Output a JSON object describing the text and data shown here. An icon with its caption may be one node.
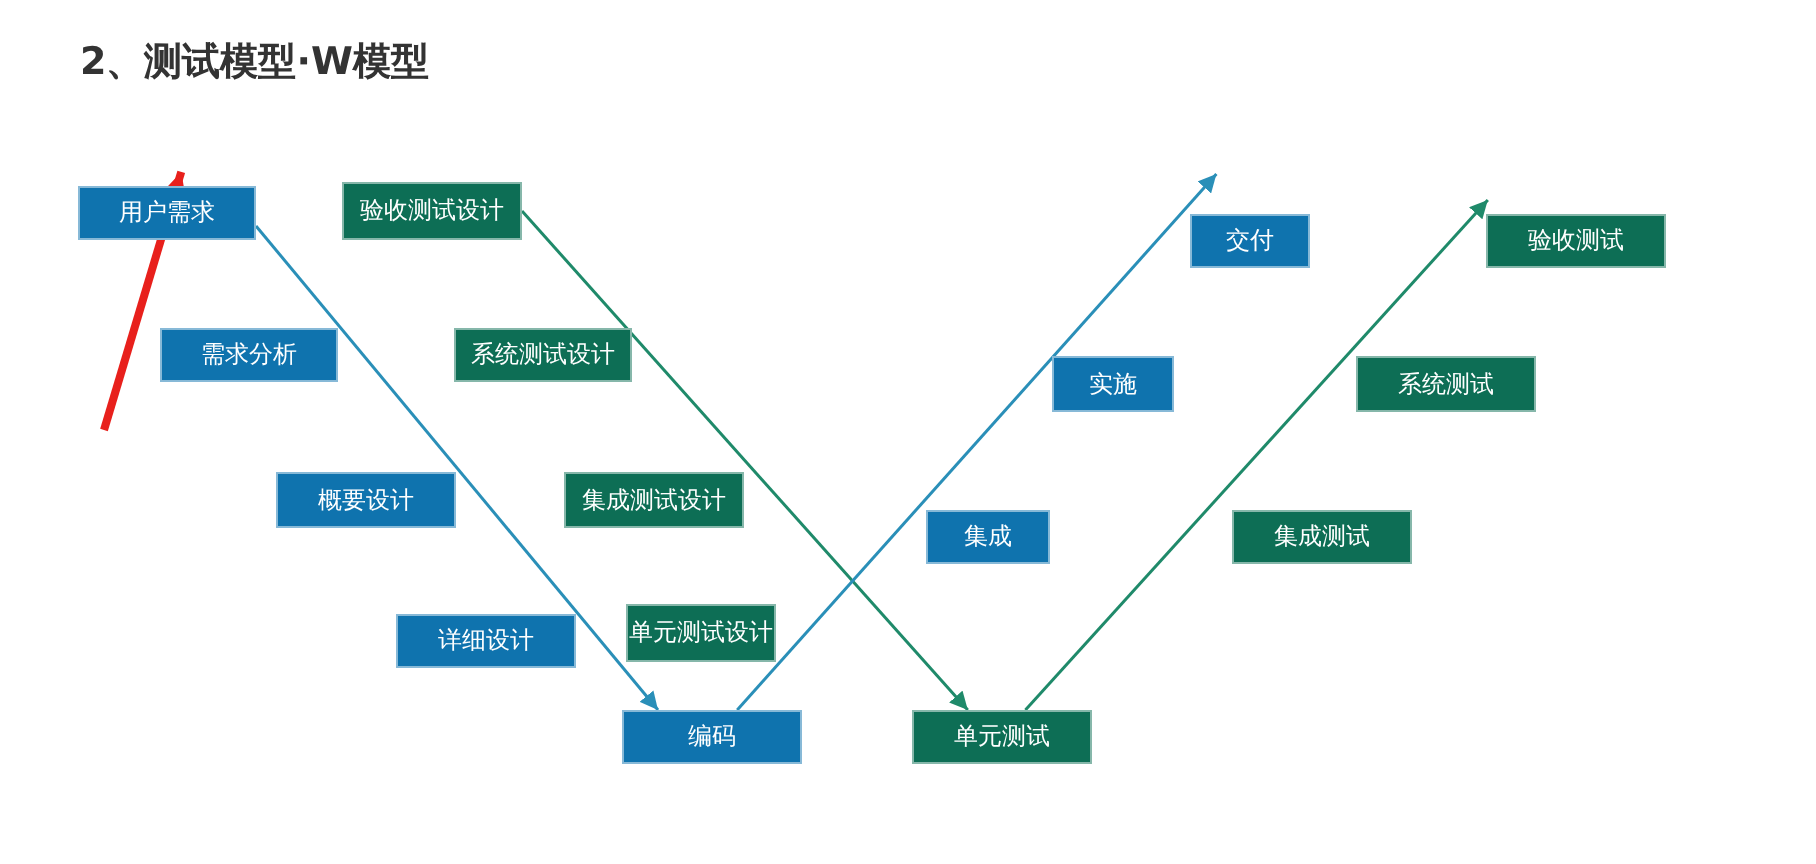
{
  "diagram": {
    "title": "2、测试模型·W模型",
    "nodes": [
      {
        "text": [
          "用户需求"
        ]
      },
      {
        "text": [
          "验收测试设计"
        ]
      },
      {
        "text": [
          "交付"
        ]
      },
      {
        "text": [
          "验收测试"
        ]
      },
      {
        "text": [
          "需求分析"
        ]
      },
      {
        "text": [
          "系统测试设计"
        ]
      },
      {
        "text": [
          "实施"
        ]
      },
      {
        "text": [
          "系统测试"
        ]
      },
      {
        "text": [
          "概要设计"
        ]
      },
      {
        "text": [
          "集成测试设计"
        ]
      },
      {
        "text": [
          "集成"
        ]
      },
      {
        "text": [
          "集成测试"
        ]
      },
      {
        "text": [
          "详细设计"
        ]
      },
      {
        "text": [
          "单元测试设计"
        ]
      },
      {
        "text": [
          "编码"
        ]
      },
      {
        "text": [
          "单元测试"
        ]
      }
    ],
    "edges": [
      {
        "from": 0,
        "to": 14,
        "arrow": "to",
        "color": "#2a8fb8"
      },
      {
        "from": 1,
        "to": 15,
        "arrow": "to",
        "color": "#1f8a6a"
      },
      {
        "from": 14,
        "to": 2,
        "arrow": "to",
        "color": "#2a8fb8"
      },
      {
        "from": 15,
        "to": 3,
        "arrow": "to",
        "color": "#1f8a6a"
      },
      {
        "from": null,
        "to": 0,
        "arrow": "to",
        "style": "thick",
        "color": "#e8201c"
      }
    ]
  }
}
